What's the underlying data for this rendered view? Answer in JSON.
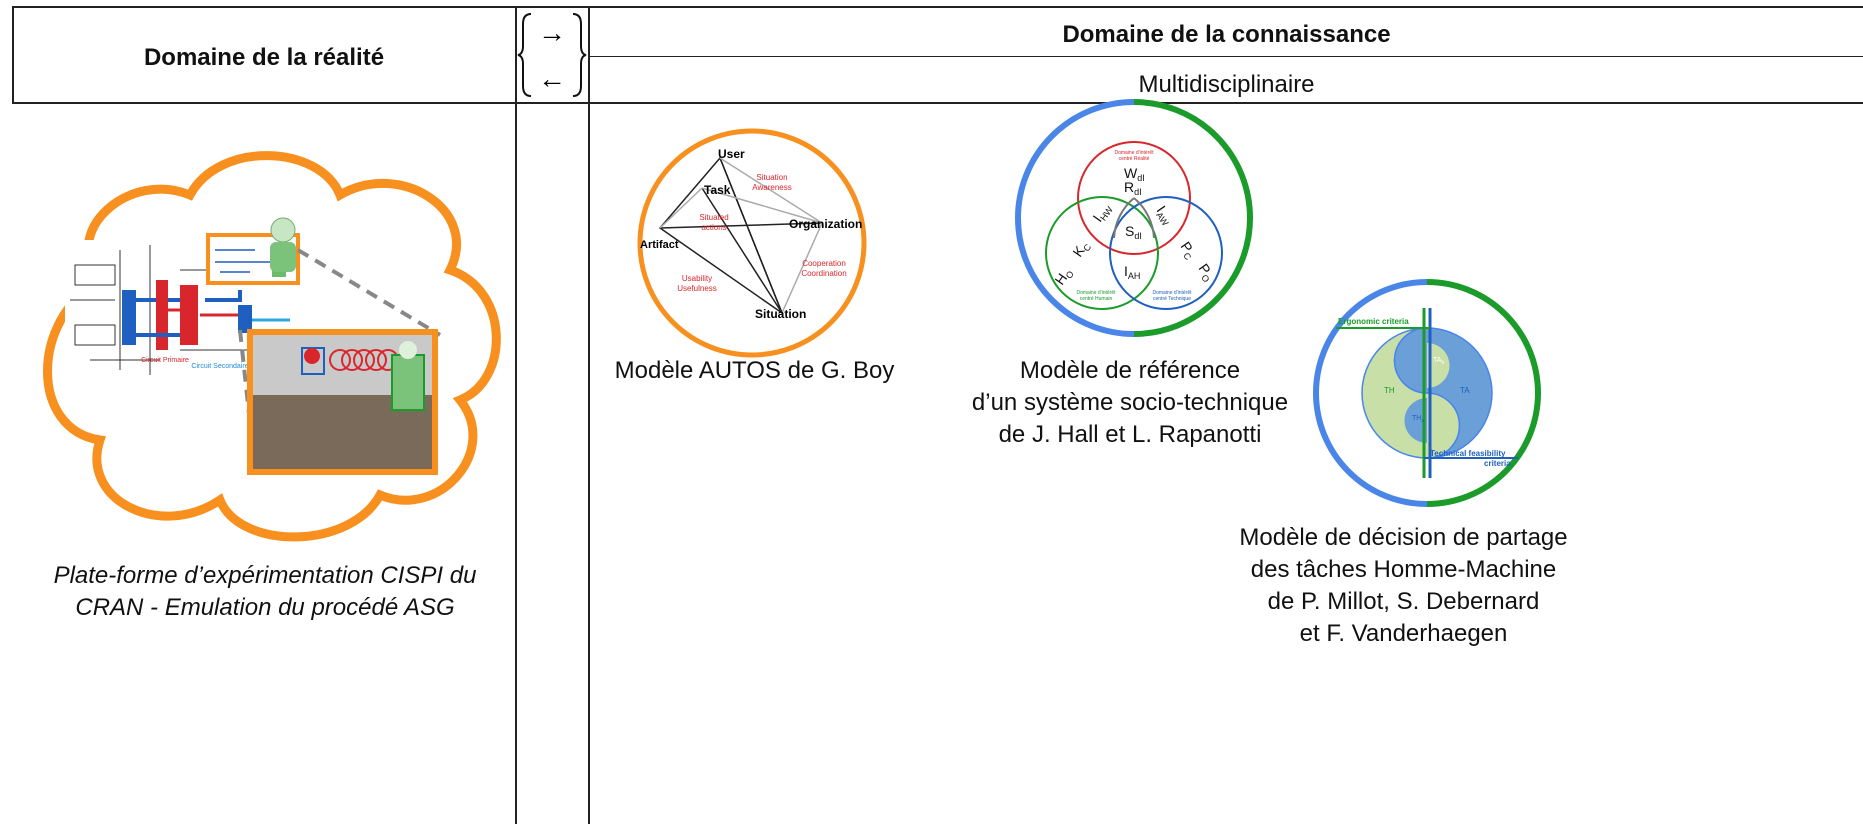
{
  "header": {
    "left_title": "Domaine de la réalité",
    "right_title": "Domaine de la connaissance",
    "right_subtitle": "Multidisciplinaire",
    "arrow_right": "→",
    "arrow_left": "←"
  },
  "reality": {
    "caption": "Plate-forme d’expérimentation CISPI du\nCRAN  - Emulation du procédé ASG",
    "diagram_labels": {
      "circuit_primaire": "Circuit Primaire",
      "circuit_secondaire": "Circuit Secondaire"
    }
  },
  "autos": {
    "caption": "Modèle AUTOS de G. Boy",
    "nodes": {
      "user": "User",
      "task": "Task",
      "artifact": "Artifact",
      "organization": "Organization",
      "situation": "Situation"
    },
    "notes": {
      "awareness_1": "Situation",
      "awareness_2": "Awareness",
      "actions_1": "Situated",
      "actions_2": "actions",
      "usability_1": "Usability",
      "usability_2": "Usefulness",
      "coop_1": "Cooperation",
      "coop_2": "Coordination"
    }
  },
  "hall": {
    "caption": "Modèle de référence\nd’un système socio-technique\nde J. Hall et L. Rapanotti",
    "labels": {
      "top_1": "Domaine d'intérêt",
      "top_2": "centré Réalité",
      "left_1": "Domaine d'intérêt",
      "left_2": "centré Humain",
      "right_1": "Domaine d'intérêt",
      "right_2": "centré Technique",
      "W": "W",
      "W_sub": "dI",
      "R": "R",
      "R_sub": "dI",
      "S": "S",
      "S_sub": "dI",
      "I_HW": "I",
      "I_HW_sub": "HW",
      "I_AW": "I",
      "I_AW_sub": "AW",
      "I_AH": "I",
      "I_AH_sub": "AH",
      "H_O": "H",
      "H_O_sub": "O",
      "K_C": "K",
      "K_C_sub": "C",
      "P_C": "P",
      "P_C_sub": "C",
      "P_O": "P",
      "P_O_sub": "O"
    }
  },
  "millot": {
    "caption": "Modèle de décision de partage\ndes tâches Homme-Machine\nde P. Millot, S. Debernard\net F. Vanderhaegen",
    "labels": {
      "ergonomic": "Ergonomic criteria",
      "technical_1": "Technical feasibility",
      "technical_2": "criteria",
      "TH": "TH",
      "TA": "TA",
      "TAh": "TA",
      "TAh_sub": "h",
      "THa": "TH",
      "THa_sub": "a"
    }
  },
  "colors": {
    "orange": "#f7901e",
    "blue": "#4a86e8",
    "green": "#1a9b2a",
    "red": "#d9262c"
  }
}
